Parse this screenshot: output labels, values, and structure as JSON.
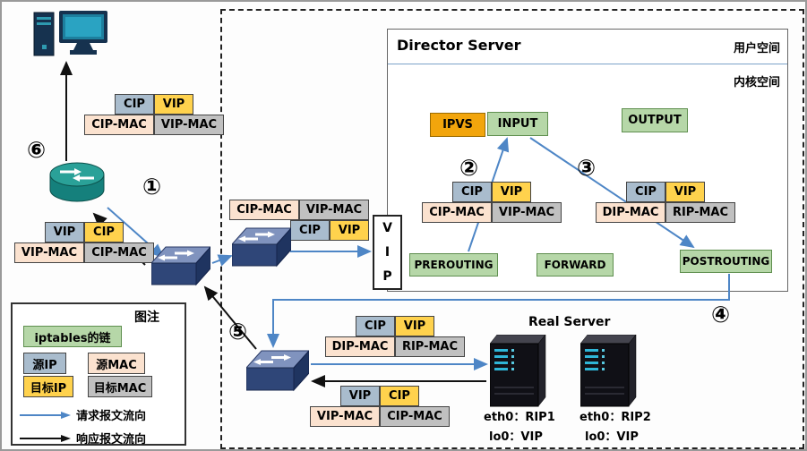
{
  "steps": {
    "s1": "①",
    "s2": "②",
    "s3": "③",
    "s4": "④",
    "s5": "⑤",
    "s6": "⑥"
  },
  "director": {
    "title": "Director Server",
    "user_space_label": "用户空间",
    "kernel_space_label": "内核空间",
    "chains": {
      "ipvs": "IPVS",
      "input": "INPUT",
      "output": "OUTPUT",
      "prerouting": "PREROUTING",
      "forward": "FORWARD",
      "postrouting": "POSTROUTING"
    },
    "vip_letters": [
      "V",
      "I",
      "P"
    ]
  },
  "packets": {
    "client_request": {
      "row1": [
        "CIP",
        "VIP"
      ],
      "row2": [
        "CIP-MAC",
        "VIP-MAC"
      ]
    },
    "switch_request": {
      "row1": [
        "CIP-MAC",
        "VIP-MAC"
      ],
      "row2": [
        "CIP",
        "VIP"
      ]
    },
    "prerouting_request": {
      "row1": [
        "CIP",
        "VIP"
      ],
      "row2": [
        "CIP-MAC",
        "VIP-MAC"
      ]
    },
    "postrouting_request": {
      "row1": [
        "CIP",
        "VIP"
      ],
      "row2": [
        "DIP-MAC",
        "RIP-MAC"
      ]
    },
    "realserver_request": {
      "row1": [
        "CIP",
        "VIP"
      ],
      "row2": [
        "DIP-MAC",
        "RIP-MAC"
      ]
    },
    "realserver_response": {
      "row1": [
        "VIP",
        "CIP"
      ],
      "row2": [
        "VIP-MAC",
        "CIP-MAC"
      ]
    },
    "client_response": {
      "row1": [
        "VIP",
        "CIP"
      ],
      "row2": [
        "VIP-MAC",
        "CIP-MAC"
      ]
    }
  },
  "real_servers": {
    "title": "Real Server",
    "server1": {
      "eth0": "eth0：RIP1",
      "lo0": "lo0：VIP"
    },
    "server2": {
      "eth0": "eth0：RIP2",
      "lo0": "lo0：VIP"
    }
  },
  "legend": {
    "title": "图注",
    "iptables_chain": "iptables的链",
    "source_ip": "源IP",
    "source_mac": "源MAC",
    "target_ip": "目标IP",
    "target_mac": "目标MAC",
    "request_flow": "请求报文流向",
    "response_flow": "响应报文流向"
  },
  "colors": {
    "source_ip": "#a9bccd",
    "target_ip": "#ffd24d",
    "source_mac": "#fbe2cf",
    "target_mac": "#c0c0c0",
    "chain_green": "#b6d7a8",
    "ipvs_orange": "#f2a50c",
    "request_arrow": "#4e86c6",
    "response_arrow": "#111111"
  }
}
